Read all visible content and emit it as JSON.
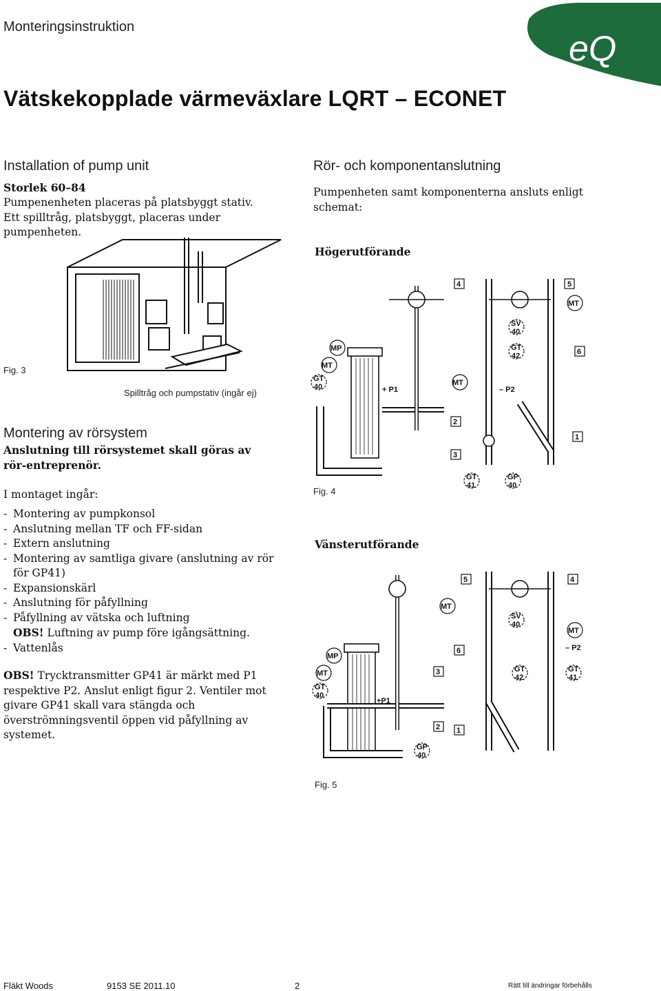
{
  "header": {
    "doc_type": "Monteringsinstruktion",
    "logo_text": "eQ",
    "brand_color": "#1e6b3c"
  },
  "title": "Vätskekopplade värmeväxlare LQRT – ECONET",
  "left": {
    "install_heading": "Installation of pump unit",
    "size_label": "Storlek 60–84",
    "install_text": [
      "Pumpenenheten placeras på platsbyggt stativ.",
      "Ett spilltråg, platsbyggt, placeras under pumpenheten."
    ],
    "fig3_label": "Fig. 3",
    "fig3_caption": "Spilltråg och pumpstativ (ingår ej)",
    "mount_heading": "Montering av rörsystem",
    "mount_bold": "Anslutning till rörsystemet skall göras av rör-entreprenör.",
    "includes_label": "I montaget ingår:",
    "items": [
      "Montering av pumpkonsol",
      "Anslutning mellan TF och FF-sidan",
      "Extern anslutning",
      "Montering av samtliga givare (anslutning av rör för GP41)",
      "Expansionskärl",
      "Anslutning för påfyllning",
      "Påfyllning av vätska och luftning"
    ],
    "obs_inline": "OBS!",
    "obs_inline_text": " Luftning av pump före igångsättning.",
    "last_item": "Vattenlås",
    "obs_label": "OBS!",
    "obs_text": " Trycktransmitter GP41 är märkt med P1 respektive P2. Anslut enligt figur 2. Ventiler mot givare GP41 skall vara stängda och överströmningsventil öppen vid påfyllning av systemet."
  },
  "right": {
    "heading": "Rör- och komponentanslutning",
    "text": "Pumpenheten samt komponenterna ansluts enligt schemat:",
    "fig4_title": "Högerutförande",
    "fig4_label": "Fig. 4",
    "fig5_title": "Vänsterutförande",
    "fig5_label": "Fig. 5",
    "fig4_labels": {
      "n4": "4",
      "n5": "5",
      "n6": "6",
      "n2": "2",
      "n3": "3",
      "n1": "1",
      "mt": "MT",
      "mp": "MP",
      "sv": "SV",
      "sv_num": "40",
      "gt": "GT",
      "gt42": "42",
      "gt40": "40",
      "gt41": "41",
      "gp": "GP",
      "gp40": "40",
      "p1": "+ P1",
      "p2": "– P2"
    },
    "fig5_labels": {
      "n5": "5",
      "n4": "4",
      "n6": "6",
      "n3": "3",
      "n2": "2",
      "n1": "1",
      "mt": "MT",
      "mp": "MP",
      "sv": "SV",
      "sv_num": "40",
      "gt": "GT",
      "gt42": "42",
      "gt41": "41",
      "gt40": "40",
      "gp": "GP",
      "gp40": "40",
      "p1": "+P1",
      "p2": "– P2"
    }
  },
  "footer": {
    "company": "Fläkt Woods",
    "doc_no": "9153 SE 2011.10",
    "page": "2",
    "rights": "Rätt till ändringar förbehålls"
  }
}
